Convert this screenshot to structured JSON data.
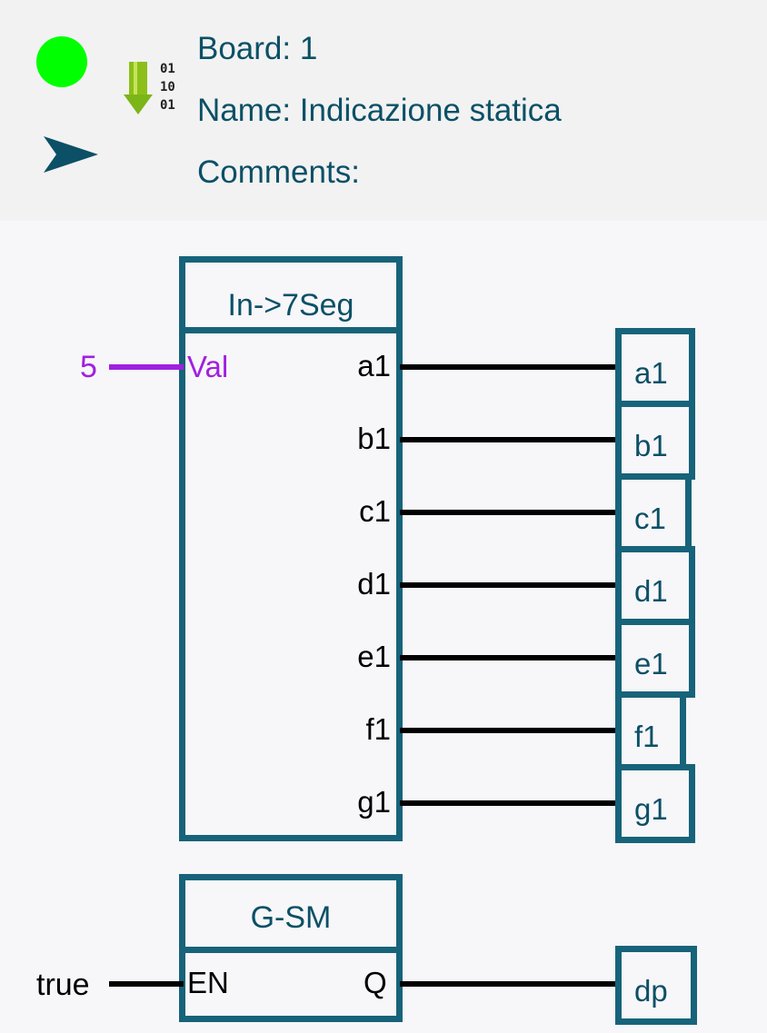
{
  "header": {
    "board": "Board: 1",
    "name": "Name: Indicazione statica",
    "comments": "Comments:",
    "status_color": "#00ff00",
    "download_icon": "download-binary-icon",
    "arrow_icon": "arrow-right-icon",
    "binary_text": "01 10 01"
  },
  "block1": {
    "title": "In->7Seg",
    "input_pin": "Val",
    "input_value": "5",
    "outputs": [
      "a1",
      "b1",
      "c1",
      "d1",
      "e1",
      "f1",
      "g1"
    ],
    "targets": [
      "a1",
      "b1",
      "c1",
      "d1",
      "e1",
      "f1",
      "g1"
    ]
  },
  "block2": {
    "title": "G-SM",
    "input_pin": "EN",
    "input_value": "true",
    "output_pin": "Q",
    "target": "dp"
  }
}
